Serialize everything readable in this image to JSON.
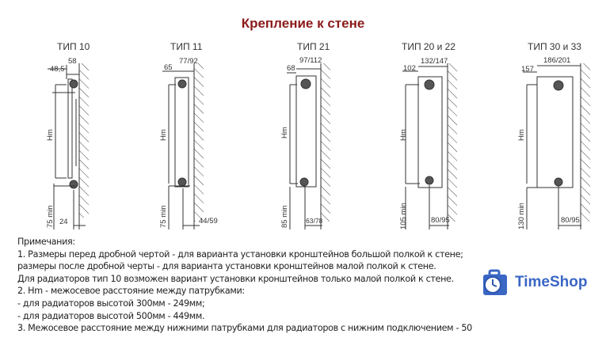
{
  "title": "Крепление к стене",
  "types": [
    {
      "label": "ТИП 10",
      "dim_top_outer": "58",
      "dim_top_inner": "48,5",
      "dim_bottom_min": "75 min",
      "dim_bottom_right": "24",
      "hm": "Hm"
    },
    {
      "label": "ТИП 11",
      "dim_top_outer": "77/92",
      "dim_top_inner": "65",
      "dim_bottom_min": "75 min",
      "dim_bottom_right": "44/59",
      "hm": "Hm"
    },
    {
      "label": "ТИП 21",
      "dim_top_outer": "97/112",
      "dim_top_inner": "68",
      "dim_bottom_min": "85 min",
      "dim_bottom_right": "63/78",
      "hm": "Hm"
    },
    {
      "label": "ТИП 20 и 22",
      "dim_top_outer": "132/147",
      "dim_top_inner": "102",
      "dim_bottom_min": "105 min",
      "dim_bottom_right": "80/95",
      "hm": "Hm"
    },
    {
      "label": "ТИП 30 и 33",
      "dim_top_outer": "186/201",
      "dim_top_inner": "157",
      "dim_bottom_min": "130 min",
      "dim_bottom_right": "80/95",
      "hm": "Hm"
    }
  ],
  "notes": [
    "Примечания:",
    "1. Размеры перед дробной чертой - для варианта установки кронштейнов большой полкой к стене;",
    "размеры после дробной черты - для варианта установки кронштейнов малой полкой к стене.",
    "Для радиаторов тип 10 возможен вариант установки кронштейнов только малой полкой к стене.",
    "2. Hm - межосевое расстояние между патрубками:",
    "- для радиаторов высотой 300мм - 249мм;",
    "- для радиаторов высотой 500мм - 449мм.",
    "3. Межосевое расстояние между нижними патрубками для радиаторов с нижним подключением - 50"
  ],
  "logo": {
    "text": "TimeShop",
    "icon": "clock-bag-icon",
    "color": "#3a66c4"
  },
  "colors": {
    "title": "#8b1a1a",
    "line": "#333333"
  }
}
